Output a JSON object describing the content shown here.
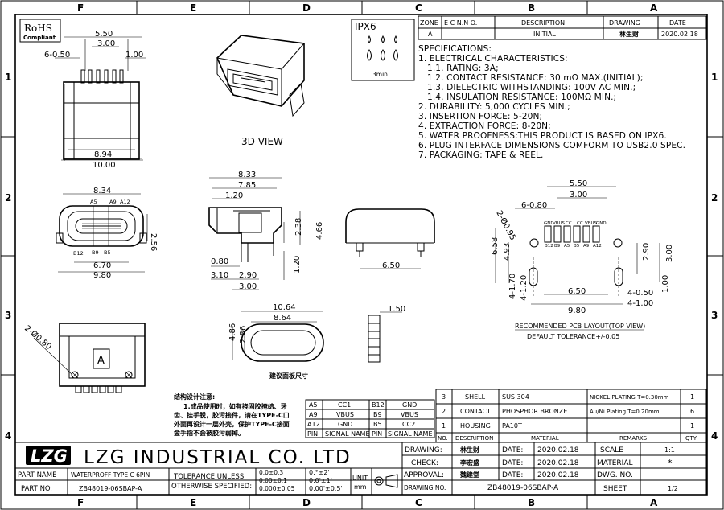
{
  "grid": {
    "cols": [
      "F",
      "E",
      "D",
      "C",
      "B",
      "A"
    ],
    "rows": [
      "1",
      "2",
      "3",
      "4"
    ]
  },
  "rohs": {
    "line1": "RoHS",
    "line2": "Compliant"
  },
  "ipx": {
    "label": "IPX6",
    "time": "3min"
  },
  "revision": {
    "headers": [
      "ZONE",
      "E C N.N O.",
      "DESCRIPTION",
      "DRAWING",
      "DATE"
    ],
    "row": [
      "A",
      "",
      "INITIAL",
      "林生财",
      "2020.02.18"
    ]
  },
  "specs": [
    "SPECIFICATIONS:",
    "1. ELECTRICAL CHARACTERISTICS:",
    "1.1. RATING: 3A;",
    "1.2. CONTACT RESISTANCE: 30 mΩ MAX.(INITIAL);",
    "1.3. DIELECTRIC WITHSTANDING: 100V AC MIN.;",
    "1.4. INSULATION RESISTANCE: 100MΩ MIN.;",
    "2. DURABILITY: 5,000 CYCLES MIN.;",
    "3. INSERTION FORCE: 5-20N;",
    "4. EXTRACTION FORCE: 8-20N;",
    "5. WATER PROOFNESS:THIS PRODUCT IS BASED ON IPX6.",
    "6. PLUG INTERFACE DIMENSIONS COMFORM TO USB2.0 SPEC.",
    "7. PACKAGING: TAPE & REEL."
  ],
  "views": {
    "view3d": "3D VIEW",
    "panel_cut": "建议面板尺寸"
  },
  "dims": {
    "top": {
      "d550": "5.50",
      "d300": "3.00",
      "d6050": "6-0.50",
      "d100": "1.00",
      "d894": "8.94",
      "d1000": "10.00"
    },
    "front": {
      "d834": "8.34",
      "a5": "A5",
      "a9": "A9",
      "a12": "A12",
      "b12": "B12",
      "b9": "B9",
      "b5": "B5",
      "d256": "2.56",
      "d670": "6.70",
      "d980": "9.80"
    },
    "side": {
      "d833": "8.33",
      "d785": "7.85",
      "d120": "1.20",
      "d238": "2.38",
      "d466": "4.66",
      "d080": "0.80",
      "d310": "3.10",
      "d290": "2.90",
      "d300": "3.00",
      "d120b": "1.20"
    },
    "rear": {
      "d650": "6.50"
    },
    "panel": {
      "d1064": "10.64",
      "d864": "8.64",
      "d486": "4.86",
      "d286": "2.86",
      "d150": "1.50"
    },
    "bottom": {
      "d2080": "2-Ø0.80"
    },
    "pcb": {
      "d550": "5.50",
      "d300": "3.00",
      "d6080": "6-0.80",
      "d2095": "2-Ø0.95",
      "pins": [
        "GND",
        "VBUS",
        "CC",
        "CC",
        "VBUS",
        "GND"
      ],
      "pins2": [
        "B12",
        "B9",
        "A5",
        "B5",
        "A9",
        "A12"
      ],
      "d658": "6.58",
      "d493": "4.93",
      "d4170": "4-1.70",
      "d4120": "4-1.20",
      "d290": "2.90",
      "d300r": "3.00",
      "d100": "1.00",
      "d650": "6.50",
      "d980": "9.80",
      "d4050": "4-0.50",
      "d4100": "4-1.00",
      "caption": "RECOMMENDED PCB LAYOUT(TOP VIEW)",
      "tolerance": "DEFAULT TOLERANCE+/-0.05"
    }
  },
  "notes": {
    "title": "结构设计注意:",
    "lines": [
      "1.成品使用时，如有挠固胶掩结、牙",
      "齿、挂手脱，胶污接件，请在TYPE-C口",
      "外面再设计一层外壳，保护TYPE-C接面",
      "金手指不会被胶污弱掉。"
    ]
  },
  "pins_table": {
    "rows": [
      [
        "A5",
        "CC1",
        "B12",
        "GND"
      ],
      [
        "A9",
        "VBUS",
        "B9",
        "VBUS"
      ],
      [
        "A12",
        "GND",
        "B5",
        "CC2"
      ]
    ],
    "header": [
      "PIN",
      "SIGNAL NAME",
      "PIN",
      "SIGNAL NAME"
    ]
  },
  "bom": {
    "rows": [
      [
        "3",
        "SHELL",
        "SUS 304",
        "NICKEL   PLATING T=0.30mm",
        "1"
      ],
      [
        "2",
        "CONTACT",
        "PHOSPHOR BRONZE",
        "Au/Ni   Plating T=0.20mm",
        "6"
      ],
      [
        "1",
        "HOUSING",
        "PA10T",
        "",
        "1"
      ]
    ],
    "header": [
      "NO.",
      "DESCRIPTION",
      "MATERIAL",
      "REMARKS",
      "QTY"
    ]
  },
  "titleblock": {
    "logo": "LZG",
    "company": "LZG INDUSTRIAL CO. LTD",
    "drawing_label": "DRAWING:",
    "drawing_name": "林生财",
    "check_label": "CHECK:",
    "check_name": "李宏盛",
    "approval_label": "APPROVAL:",
    "approval_name": "魏建堂",
    "date_label": "DATE:",
    "date1": "2020.02.18",
    "date2": "2020.02.18",
    "date3": "2020.02.18",
    "scale_label": "SCALE",
    "scale": "1:1",
    "material_label": "MATERIAL",
    "material": "*",
    "dwgno_label": "DWG. NO.",
    "sheet_label": "SHEET",
    "sheet": "1/2",
    "part_name_label": "PART NAME",
    "part_name": "WATERPROFF TYPE C 6PIN",
    "part_no_label": "PART NO.",
    "part_no": "ZB48019-06SBAP-A",
    "tol_label1": "TOLERANCE UNLESS",
    "tol_label2": "OTHERWISE SPECIFIED:",
    "tol1": "0.0±0.3",
    "tol2": "0.00±0.1",
    "tol3": "0.000±0.05",
    "ang1": "0.°±2'",
    "ang2": "0.0'±1'",
    "ang3": "0.00'±0.5'",
    "unit_label": "UNIT:",
    "unit": "mm",
    "drawing_no_label": "DRAWING NO.",
    "drawing_no": "ZB48019-06SBAP-A"
  }
}
